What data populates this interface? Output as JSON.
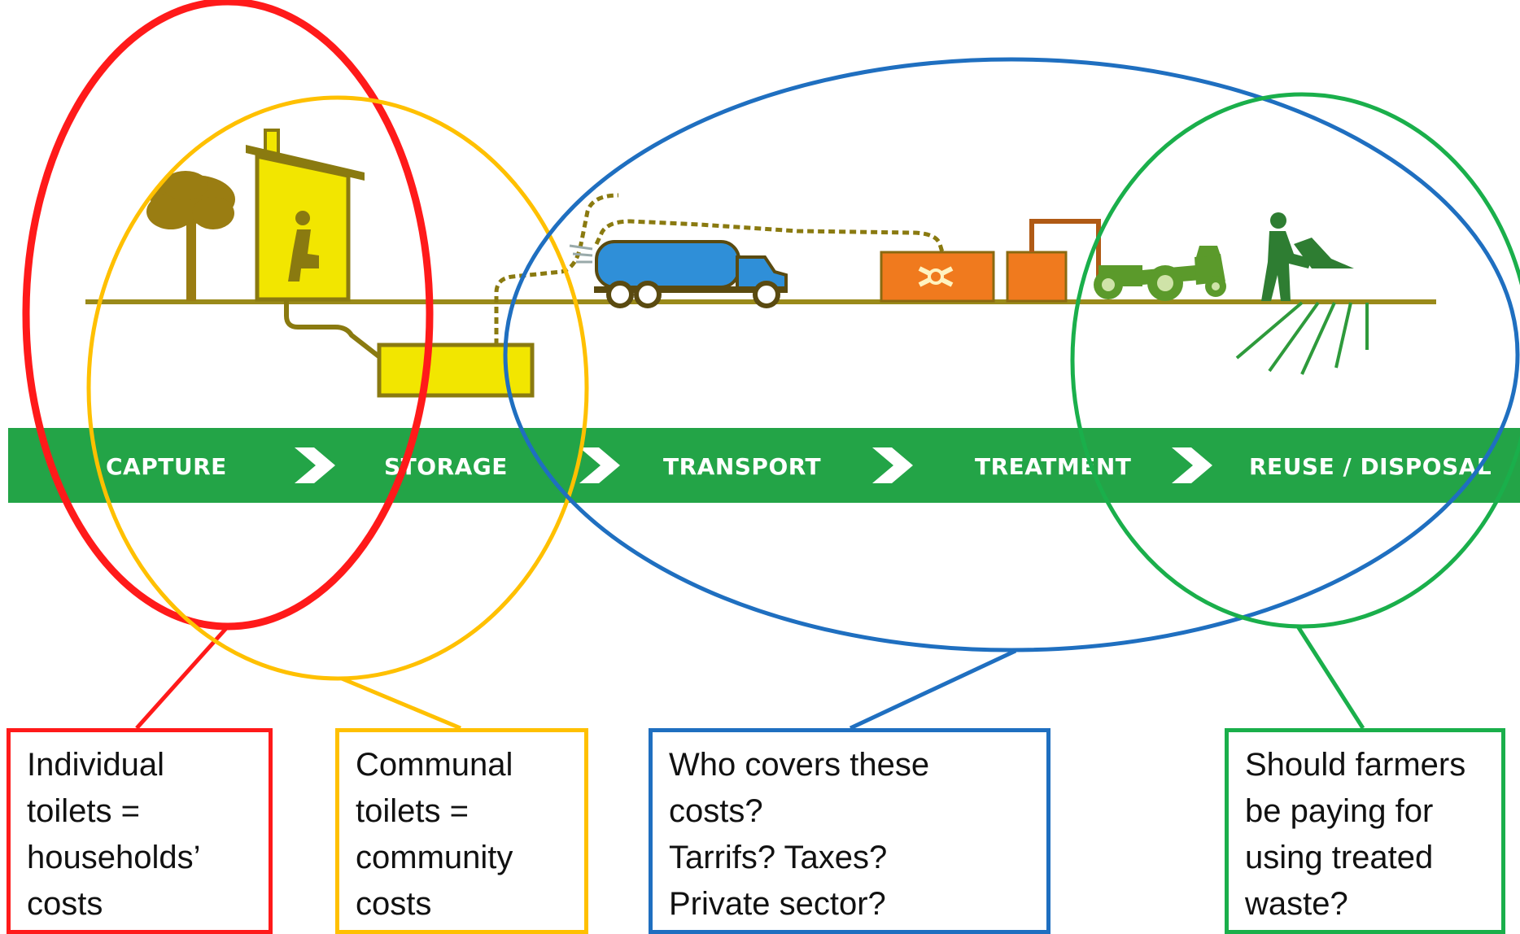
{
  "colors": {
    "red": "#ff1a1a",
    "yellow": "#ffc000",
    "blue": "#1f6fc0",
    "green": "#1aaf4b",
    "band_green": "#23a447",
    "ground_olive": "#9a8a1a",
    "toilet_yellow": "#f2e600",
    "truck_blue": "#2f8fd8",
    "plant_orange": "#f07a1e",
    "tractor_green": "#5b9a2b"
  },
  "icons": [
    "tree-icon",
    "toilet-icon",
    "storage-tank-icon",
    "truck-icon",
    "treatment-plant-icon",
    "tractor-icon",
    "farmer-icon"
  ],
  "stages": [
    {
      "label": "CAPTURE"
    },
    {
      "label": "STORAGE"
    },
    {
      "label": "TRANSPORT"
    },
    {
      "label": "TREATMENT"
    },
    {
      "label": "REUSE / DISPOSAL"
    }
  ],
  "callouts": {
    "red": {
      "lines": [
        "Individual",
        "toilets =",
        "households’",
        "costs"
      ]
    },
    "yellow": {
      "lines": [
        "Communal",
        "toilets =",
        "community",
        "costs"
      ]
    },
    "blue": {
      "lines": [
        "Who covers these",
        "costs?",
        "Tarrifs? Taxes?",
        "Private sector?"
      ]
    },
    "green": {
      "lines": [
        "Should farmers",
        "be paying for",
        "using treated",
        "waste?"
      ]
    }
  }
}
